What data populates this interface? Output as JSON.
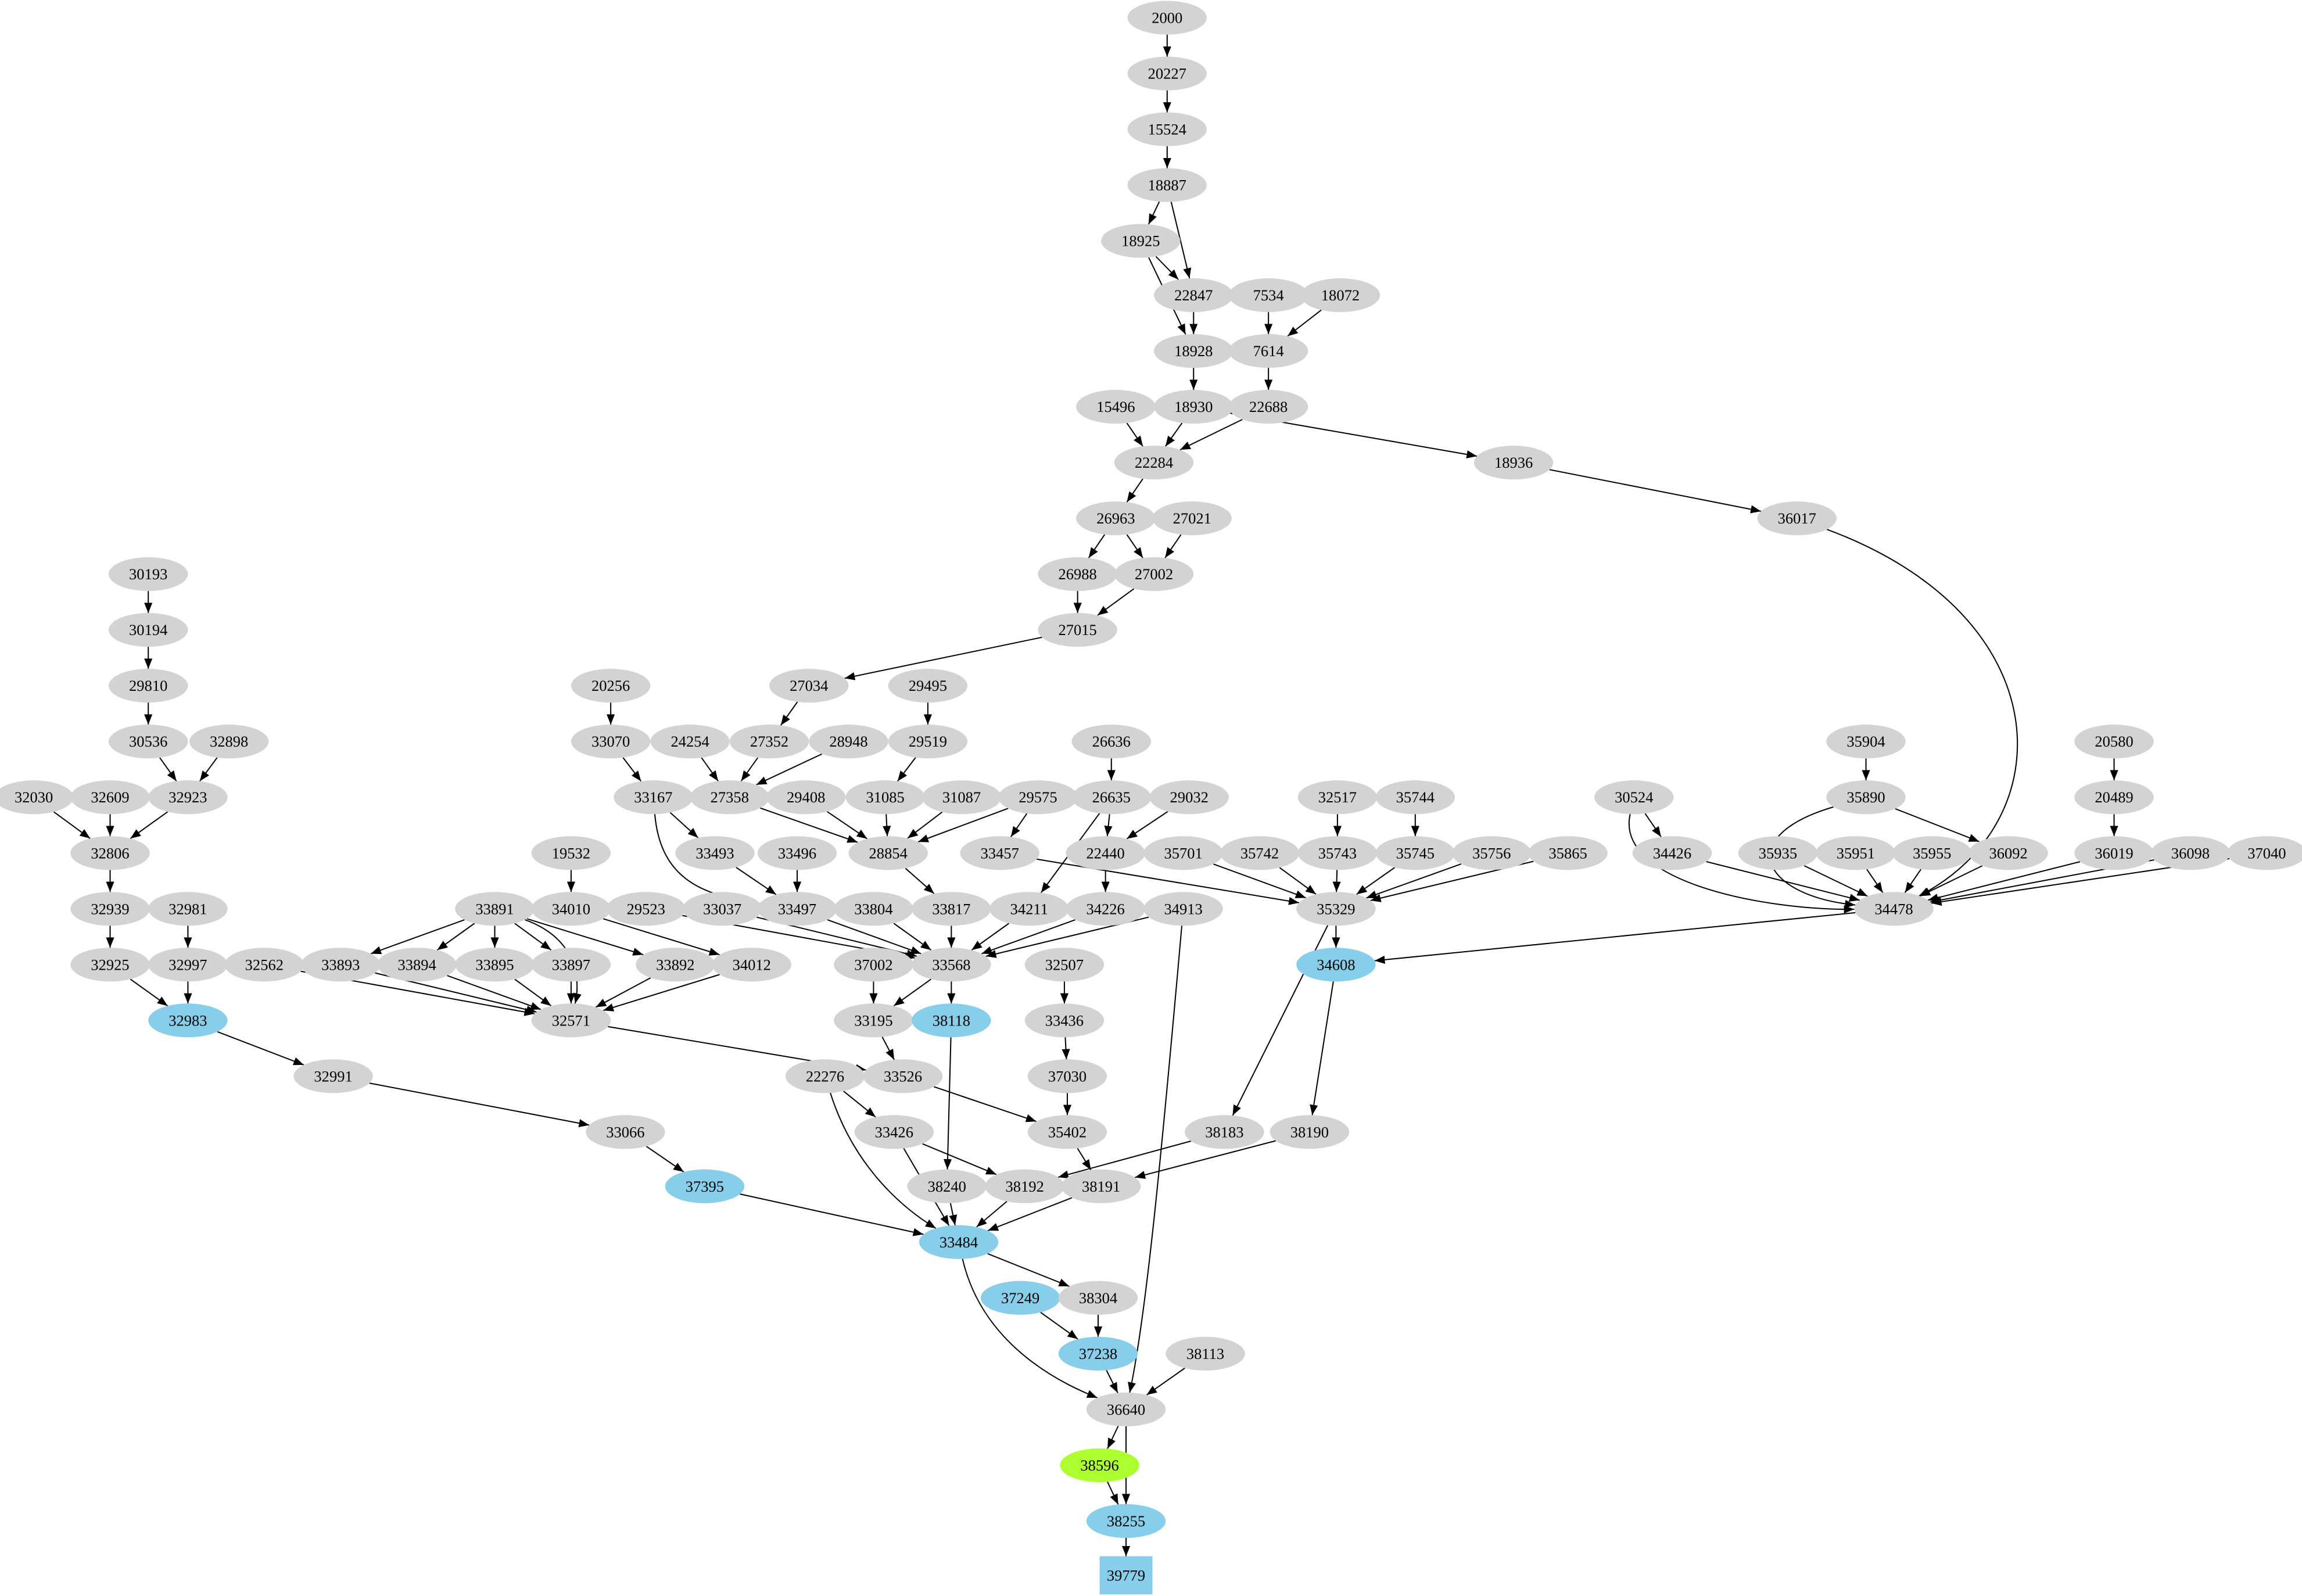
{
  "colors": {
    "default": "#d3d3d3",
    "blue": "#87ceeb",
    "green": "#adff2f",
    "edge": "#000000"
  },
  "nodes": [
    {
      "id": "2000"
    },
    {
      "id": "20227"
    },
    {
      "id": "15524"
    },
    {
      "id": "18887"
    },
    {
      "id": "18925"
    },
    {
      "id": "22847"
    },
    {
      "id": "7534"
    },
    {
      "id": "18072"
    },
    {
      "id": "18928"
    },
    {
      "id": "7614"
    },
    {
      "id": "15496"
    },
    {
      "id": "18930"
    },
    {
      "id": "22688"
    },
    {
      "id": "22284"
    },
    {
      "id": "18936"
    },
    {
      "id": "26963"
    },
    {
      "id": "27021"
    },
    {
      "id": "36017"
    },
    {
      "id": "26988"
    },
    {
      "id": "27002"
    },
    {
      "id": "30193"
    },
    {
      "id": "30194"
    },
    {
      "id": "27015"
    },
    {
      "id": "29810"
    },
    {
      "id": "20256"
    },
    {
      "id": "27034"
    },
    {
      "id": "29495"
    },
    {
      "id": "30536"
    },
    {
      "id": "32898"
    },
    {
      "id": "33070"
    },
    {
      "id": "24254"
    },
    {
      "id": "27352"
    },
    {
      "id": "28948"
    },
    {
      "id": "29519"
    },
    {
      "id": "26636"
    },
    {
      "id": "35904"
    },
    {
      "id": "20580"
    },
    {
      "id": "32030"
    },
    {
      "id": "32609"
    },
    {
      "id": "32923"
    },
    {
      "id": "33167"
    },
    {
      "id": "27358"
    },
    {
      "id": "29408"
    },
    {
      "id": "31085"
    },
    {
      "id": "31087"
    },
    {
      "id": "29575"
    },
    {
      "id": "26635"
    },
    {
      "id": "29032"
    },
    {
      "id": "32517"
    },
    {
      "id": "35744"
    },
    {
      "id": "30524"
    },
    {
      "id": "35890"
    },
    {
      "id": "20489"
    },
    {
      "id": "32806"
    },
    {
      "id": "19532"
    },
    {
      "id": "33493"
    },
    {
      "id": "33496"
    },
    {
      "id": "28854"
    },
    {
      "id": "33457"
    },
    {
      "id": "22440"
    },
    {
      "id": "35701"
    },
    {
      "id": "35742"
    },
    {
      "id": "35743"
    },
    {
      "id": "35745"
    },
    {
      "id": "35756"
    },
    {
      "id": "35865"
    },
    {
      "id": "34426"
    },
    {
      "id": "35935"
    },
    {
      "id": "35951"
    },
    {
      "id": "35955"
    },
    {
      "id": "36092"
    },
    {
      "id": "36019"
    },
    {
      "id": "36098"
    },
    {
      "id": "37040"
    },
    {
      "id": "32939"
    },
    {
      "id": "32981"
    },
    {
      "id": "33891"
    },
    {
      "id": "34010"
    },
    {
      "id": "29523"
    },
    {
      "id": "33037"
    },
    {
      "id": "33497"
    },
    {
      "id": "33804"
    },
    {
      "id": "33817"
    },
    {
      "id": "34211"
    },
    {
      "id": "34226"
    },
    {
      "id": "34913"
    },
    {
      "id": "35329"
    },
    {
      "id": "34478"
    },
    {
      "id": "32925"
    },
    {
      "id": "32997"
    },
    {
      "id": "32562"
    },
    {
      "id": "33893"
    },
    {
      "id": "33894"
    },
    {
      "id": "33895"
    },
    {
      "id": "33897"
    },
    {
      "id": "33892"
    },
    {
      "id": "34012"
    },
    {
      "id": "37002"
    },
    {
      "id": "33568"
    },
    {
      "id": "32507"
    },
    {
      "id": "34608",
      "color": "blue"
    },
    {
      "id": "32983",
      "color": "blue"
    },
    {
      "id": "32571"
    },
    {
      "id": "33195"
    },
    {
      "id": "38118",
      "color": "blue"
    },
    {
      "id": "33436"
    },
    {
      "id": "32991"
    },
    {
      "id": "22276"
    },
    {
      "id": "33526"
    },
    {
      "id": "37030"
    },
    {
      "id": "33066"
    },
    {
      "id": "33426"
    },
    {
      "id": "35402"
    },
    {
      "id": "38183"
    },
    {
      "id": "38190"
    },
    {
      "id": "37395",
      "color": "blue"
    },
    {
      "id": "38240"
    },
    {
      "id": "38192"
    },
    {
      "id": "38191"
    },
    {
      "id": "33484",
      "color": "blue"
    },
    {
      "id": "37249",
      "color": "blue"
    },
    {
      "id": "38304"
    },
    {
      "id": "37238",
      "color": "blue"
    },
    {
      "id": "38113"
    },
    {
      "id": "36640"
    },
    {
      "id": "38596",
      "color": "green"
    },
    {
      "id": "38255",
      "color": "blue"
    },
    {
      "id": "39779",
      "color": "blue",
      "shape": "box"
    }
  ],
  "edges": [
    [
      "2000",
      "20227"
    ],
    [
      "20227",
      "15524"
    ],
    [
      "15524",
      "18887"
    ],
    [
      "18887",
      "18925"
    ],
    [
      "18887",
      "22847"
    ],
    [
      "18925",
      "22847"
    ],
    [
      "18925",
      "18928"
    ],
    [
      "22847",
      "18928"
    ],
    [
      "7534",
      "7614"
    ],
    [
      "18072",
      "7614"
    ],
    [
      "18928",
      "18930"
    ],
    [
      "7614",
      "22688"
    ],
    [
      "15496",
      "22284"
    ],
    [
      "18930",
      "22284"
    ],
    [
      "22688",
      "22284"
    ],
    [
      "18930",
      "18936"
    ],
    [
      "22284",
      "26963"
    ],
    [
      "18936",
      "36017"
    ],
    [
      "26963",
      "26988"
    ],
    [
      "26963",
      "27002"
    ],
    [
      "27021",
      "27002"
    ],
    [
      "26988",
      "27015"
    ],
    [
      "27002",
      "27015"
    ],
    [
      "27015",
      "27034"
    ],
    [
      "36017",
      "34478"
    ],
    [
      "30193",
      "30194"
    ],
    [
      "30194",
      "29810"
    ],
    [
      "29810",
      "30536"
    ],
    [
      "30536",
      "32923"
    ],
    [
      "32898",
      "32923"
    ],
    [
      "32030",
      "32806"
    ],
    [
      "32609",
      "32806"
    ],
    [
      "32923",
      "32806"
    ],
    [
      "32806",
      "32939"
    ],
    [
      "32939",
      "32925"
    ],
    [
      "32981",
      "32997"
    ],
    [
      "32925",
      "32983"
    ],
    [
      "32997",
      "32983"
    ],
    [
      "32983",
      "32991"
    ],
    [
      "32991",
      "33066"
    ],
    [
      "33066",
      "37395"
    ],
    [
      "37395",
      "33484"
    ],
    [
      "20256",
      "33070"
    ],
    [
      "33070",
      "33167"
    ],
    [
      "33167",
      "33493"
    ],
    [
      "33167",
      "33497"
    ],
    [
      "24254",
      "27358"
    ],
    [
      "27034",
      "27352"
    ],
    [
      "27352",
      "27358"
    ],
    [
      "28948",
      "27358"
    ],
    [
      "29495",
      "29519"
    ],
    [
      "29519",
      "31085"
    ],
    [
      "27358",
      "28854"
    ],
    [
      "29408",
      "28854"
    ],
    [
      "31085",
      "28854"
    ],
    [
      "31087",
      "28854"
    ],
    [
      "29575",
      "28854"
    ],
    [
      "29575",
      "33457"
    ],
    [
      "33493",
      "33497"
    ],
    [
      "33496",
      "33497"
    ],
    [
      "28854",
      "33817"
    ],
    [
      "19532",
      "34010"
    ],
    [
      "34010",
      "34012"
    ],
    [
      "26636",
      "26635"
    ],
    [
      "26635",
      "22440"
    ],
    [
      "29032",
      "22440"
    ],
    [
      "26635",
      "34211"
    ],
    [
      "22440",
      "34226"
    ],
    [
      "33457",
      "35329"
    ],
    [
      "32517",
      "35743"
    ],
    [
      "35744",
      "35745"
    ],
    [
      "35701",
      "35329"
    ],
    [
      "35742",
      "35329"
    ],
    [
      "35743",
      "35329"
    ],
    [
      "35745",
      "35329"
    ],
    [
      "35756",
      "35329"
    ],
    [
      "35865",
      "35329"
    ],
    [
      "29523",
      "33568"
    ],
    [
      "33037",
      "33568"
    ],
    [
      "33497",
      "33568"
    ],
    [
      "33804",
      "33568"
    ],
    [
      "33817",
      "33568"
    ],
    [
      "34211",
      "33568"
    ],
    [
      "34226",
      "33568"
    ],
    [
      "34913",
      "33568"
    ],
    [
      "34913",
      "36640"
    ],
    [
      "35904",
      "35890"
    ],
    [
      "35890",
      "34478"
    ],
    [
      "35890",
      "36092"
    ],
    [
      "30524",
      "34426"
    ],
    [
      "30524",
      "34478"
    ],
    [
      "34426",
      "34478"
    ],
    [
      "35935",
      "34478"
    ],
    [
      "35951",
      "34478"
    ],
    [
      "35955",
      "34478"
    ],
    [
      "36092",
      "34478"
    ],
    [
      "36019",
      "34478"
    ],
    [
      "36098",
      "34478"
    ],
    [
      "37040",
      "34478"
    ],
    [
      "20580",
      "20489"
    ],
    [
      "20489",
      "36019"
    ],
    [
      "34478",
      "34608"
    ],
    [
      "35329",
      "34608"
    ],
    [
      "35329",
      "38183"
    ],
    [
      "34608",
      "38190"
    ],
    [
      "33891",
      "33893"
    ],
    [
      "33891",
      "33894"
    ],
    [
      "33891",
      "33895"
    ],
    [
      "33891",
      "33897"
    ],
    [
      "33891",
      "33892"
    ],
    [
      "33891",
      "32571"
    ],
    [
      "32562",
      "32571"
    ],
    [
      "33893",
      "32571"
    ],
    [
      "33894",
      "32571"
    ],
    [
      "33895",
      "32571"
    ],
    [
      "33897",
      "32571"
    ],
    [
      "33892",
      "32571"
    ],
    [
      "34012",
      "32571"
    ],
    [
      "32571",
      "33526"
    ],
    [
      "33568",
      "33195"
    ],
    [
      "33568",
      "38118"
    ],
    [
      "37002",
      "33195"
    ],
    [
      "33195",
      "33526"
    ],
    [
      "32507",
      "33436"
    ],
    [
      "33436",
      "37030"
    ],
    [
      "37030",
      "35402"
    ],
    [
      "33526",
      "35402"
    ],
    [
      "22276",
      "33426"
    ],
    [
      "22276",
      "33484"
    ],
    [
      "33426",
      "33484"
    ],
    [
      "33426",
      "38192"
    ],
    [
      "38183",
      "38192"
    ],
    [
      "38190",
      "38191"
    ],
    [
      "35402",
      "38191"
    ],
    [
      "38118",
      "38240"
    ],
    [
      "38240",
      "33484"
    ],
    [
      "38192",
      "33484"
    ],
    [
      "38191",
      "33484"
    ],
    [
      "33484",
      "38304"
    ],
    [
      "33484",
      "36640"
    ],
    [
      "37249",
      "37238"
    ],
    [
      "38304",
      "37238"
    ],
    [
      "37238",
      "36640"
    ],
    [
      "38113",
      "36640"
    ],
    [
      "36640",
      "38596"
    ],
    [
      "36640",
      "38255"
    ],
    [
      "38596",
      "38255"
    ],
    [
      "38255",
      "39779"
    ]
  ]
}
